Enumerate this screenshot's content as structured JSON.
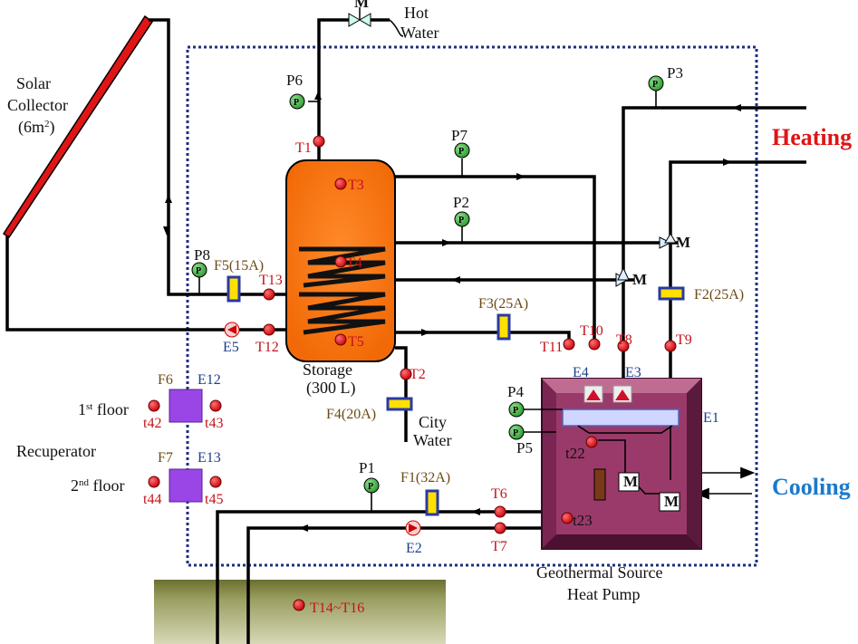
{
  "labels": {
    "solar_1": "Solar",
    "solar_2": "Collector",
    "solar_3": "(6m",
    "solar_3_sup": "2",
    "solar_3_end": ")",
    "hot_water_1": "Hot",
    "hot_water_2": "Water",
    "heating": "Heating",
    "cooling": "Cooling",
    "storage_1": "Storage",
    "storage_2": "(300 L)",
    "city_water_1": "City",
    "city_water_2": "Water",
    "recuperator": "Recuperator",
    "floor1": "1",
    "floor1_sup": "st",
    "floor1_rest": " floor",
    "floor2": "2",
    "floor2_sup": "nd",
    "floor2_rest": " floor",
    "gshp_1": "Geothermal Source",
    "gshp_2": "Heat Pump",
    "ground": "T14~T16",
    "valve_m": "M",
    "pressure_p": "P"
  },
  "pressure_gauges": [
    "P1",
    "P2",
    "P3",
    "P4",
    "P5",
    "P6",
    "P7",
    "P8"
  ],
  "temperature_sensors": [
    "T1",
    "T2",
    "T3",
    "T4",
    "T5",
    "T6",
    "T7",
    "T8",
    "T9",
    "T10",
    "T11",
    "T12",
    "T13",
    "t22",
    "t23",
    "t42",
    "t43",
    "t44",
    "t45"
  ],
  "flow_meters": [
    "F1(32A)",
    "F2(25A)",
    "F3(25A)",
    "F4(20A)",
    "F5(15A)",
    "F6",
    "F7"
  ],
  "equipment": [
    "E1",
    "E2",
    "E3",
    "E4",
    "E5",
    "E12",
    "E13"
  ],
  "colors": {
    "tank": "#ff6a0d",
    "collector": "#e01515",
    "heat_pump": "#8a2f5f",
    "heat_pump_inner": "#b04a7a",
    "boundary": "#1c2f80",
    "ground": "#8c9050",
    "recuperator": "#9a46e6",
    "sensor": "#e0101c",
    "gauge": "#3bb33b",
    "flowmeter_frame": "#2b3aa0",
    "flowmeter_fill": "#ffe000",
    "heating_text": "#e01515",
    "cooling_text": "#1a7acc"
  }
}
